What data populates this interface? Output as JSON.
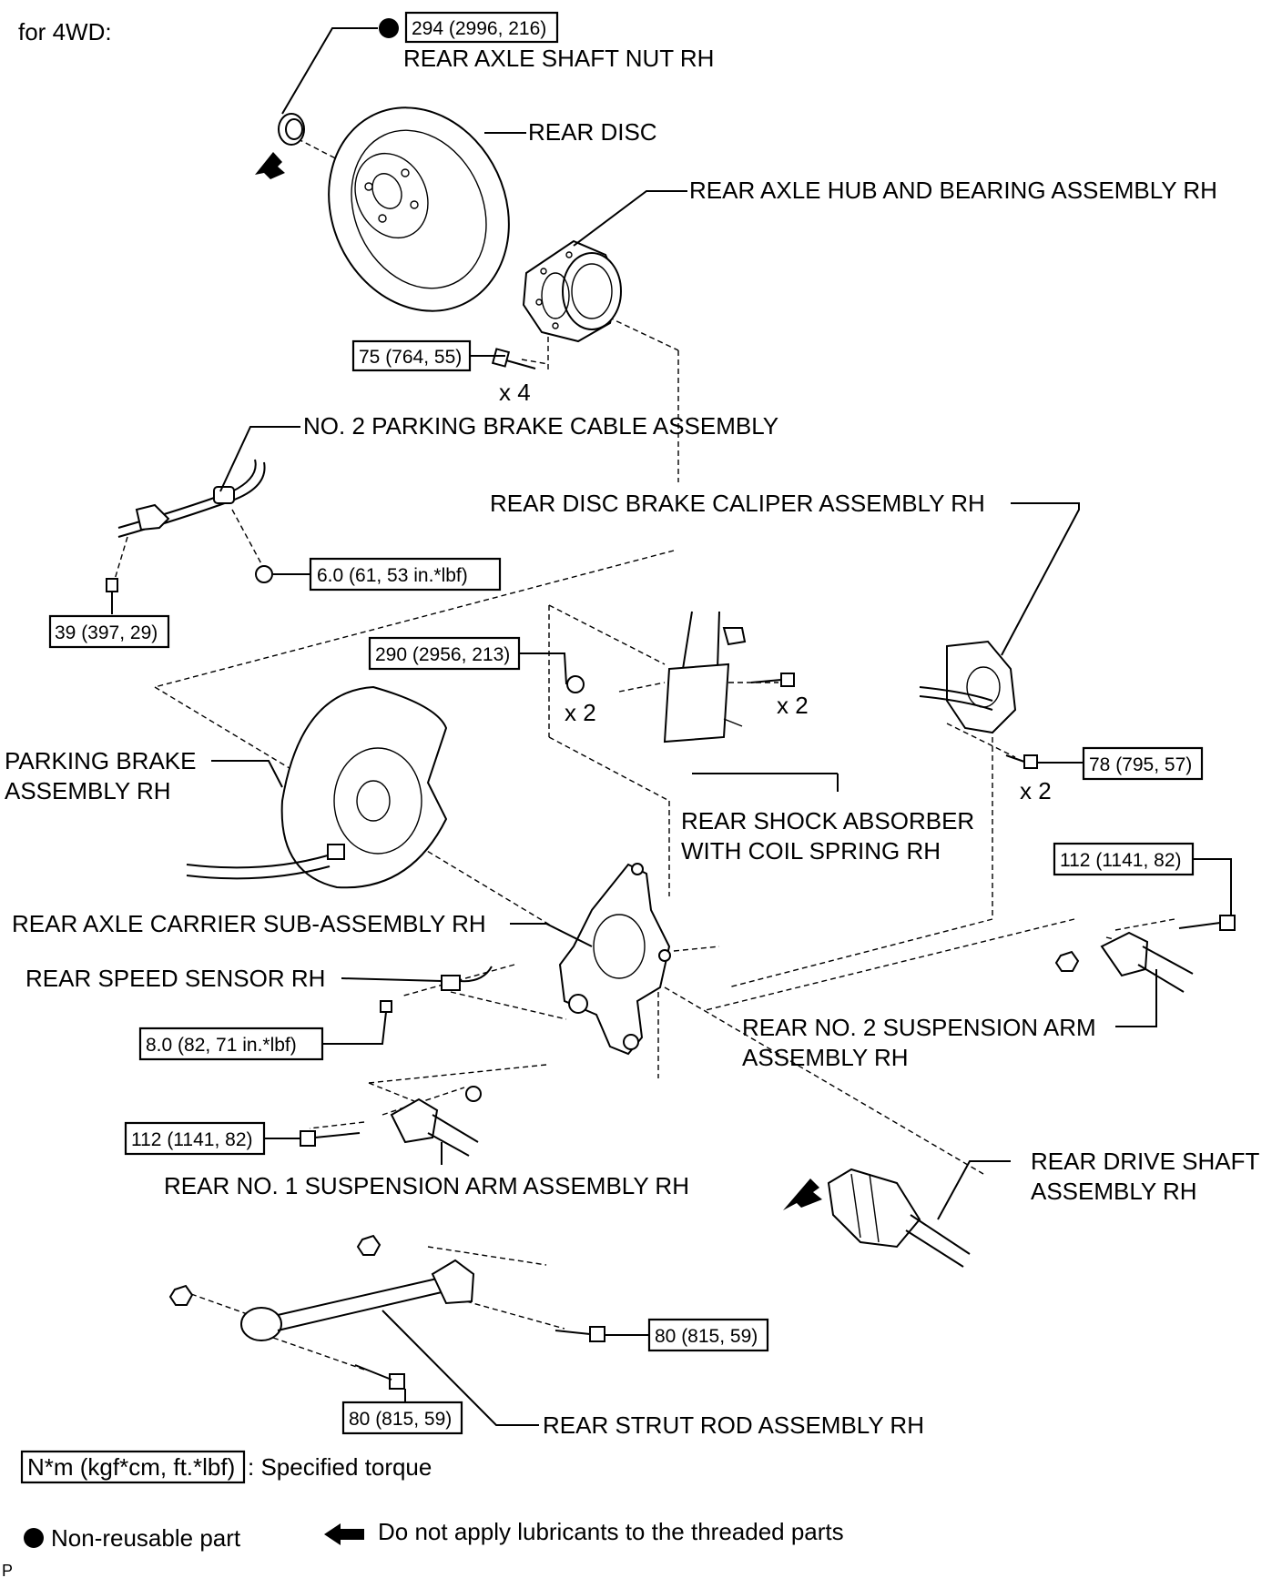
{
  "header": "for 4WD:",
  "footer_mark": "P",
  "parts": {
    "rear_axle_shaft_nut": "REAR AXLE SHAFT NUT RH",
    "rear_disc": "REAR DISC",
    "hub_bearing": "REAR AXLE HUB AND BEARING ASSEMBLY RH",
    "no2_parking_brake_cable": "NO. 2 PARKING BRAKE CABLE ASSEMBLY",
    "caliper": "REAR DISC BRAKE CALIPER ASSEMBLY RH",
    "parking_brake_1": "PARKING BRAKE",
    "parking_brake_2": "ASSEMBLY RH",
    "shock_1": "REAR SHOCK ABSORBER",
    "shock_2": "WITH COIL SPRING RH",
    "carrier": "REAR AXLE CARRIER SUB-ASSEMBLY RH",
    "speed_sensor": "REAR SPEED SENSOR RH",
    "no2_arm_1": "REAR NO. 2 SUSPENSION ARM",
    "no2_arm_2": "ASSEMBLY RH",
    "drive_shaft_1": "REAR DRIVE SHAFT",
    "drive_shaft_2": "ASSEMBLY RH",
    "no1_arm": "REAR NO. 1 SUSPENSION ARM ASSEMBLY RH",
    "strut_rod": "REAR STRUT ROD ASSEMBLY RH"
  },
  "torques": {
    "axle_nut": "294 (2996, 216)",
    "hub_bolts": "75 (764, 55)",
    "cable_nut": "6.0 (61, 53 in.*lbf)",
    "cable_bolt": "39 (397, 29)",
    "shock_nut": "290 (2956, 213)",
    "caliper_bolts": "78 (795, 57)",
    "no2_arm_bolt": "112 (1141, 82)",
    "sensor_bolt": "8.0 (82, 71 in.*lbf)",
    "no1_arm_bolt": "112 (1141, 82)",
    "strut_rod_bolt_1": "80 (815, 59)",
    "strut_rod_bolt_2": "80 (815, 59)"
  },
  "quantities": {
    "hub_bolts": "x 4",
    "shock_nuts": "x 2",
    "shock_bolts": "x 2",
    "caliper_bolts": "x 2"
  },
  "legend": {
    "torque_box": "N*m (kgf*cm, ft.*lbf)",
    "torque_desc": ": Specified torque",
    "nonreusable": "Non-reusable part",
    "no_lube": "Do not apply lubricants to the threaded parts"
  }
}
